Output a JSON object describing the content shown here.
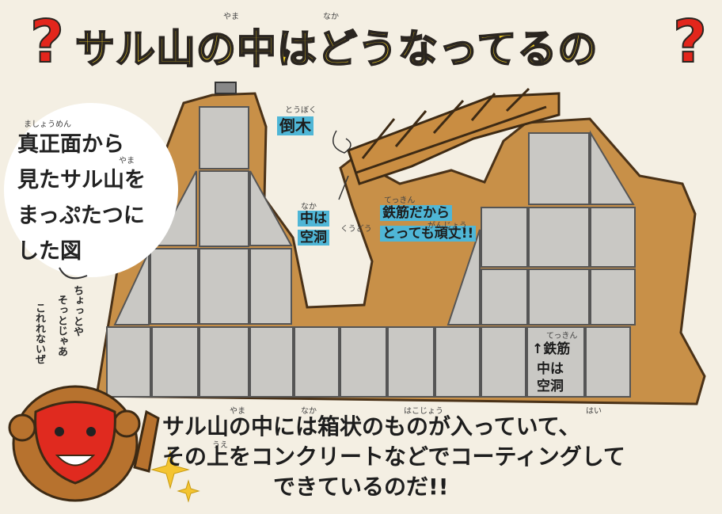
{
  "title": {
    "text": "サル山の中はどうなってるの",
    "ruby_yama": "やま",
    "ruby_naka": "なか",
    "qmark": "?"
  },
  "bubble": {
    "lines": [
      "真正面から",
      "見たサル山を",
      "まっぷたつに",
      "した図"
    ],
    "ruby_shoumen": "ましょうめん",
    "ruby_yama": "やま"
  },
  "labels": {
    "toboku": "倒木",
    "toboku_ruby": "とうぼく",
    "naka_kudou_1": "中は",
    "naka_kudou_2": "空洞",
    "naka_ruby": "なか",
    "kudou_ruby": "くうどう",
    "tekkin_1": "鉄筋だから",
    "tekkin_2": "とっても頑丈!!",
    "tekkin_ruby": "てっきん",
    "ganjou_ruby": "がんじょう",
    "arrow_tekkin": "↑鉄筋",
    "arrow_tekkin_ruby": "てっきん",
    "inner_naka_1": "中は",
    "inner_naka_2": "空洞"
  },
  "side_text": [
    "これ",
    "れないぜ",
    "ちょっとや",
    "そっとじゃあ",
    "ないぜ"
  ],
  "side_text_lines": [
    "ちょっとや",
    "そっとじゃあ",
    "これれないぜ"
  ],
  "bottom": {
    "line1": "サル山の中には箱状のものが入っていて、",
    "line2": "その上をコンクリートなどでコーティングして",
    "line3": "できているのだ!!",
    "ruby_yama": "やま",
    "ruby_naka": "なか",
    "ruby_hakojou": "はこじょう",
    "ruby_hai": "はい",
    "ruby_ue": "うえ"
  },
  "colors": {
    "background": "#f4efe3",
    "rock": "#c89048",
    "box_fill": "#c9c8c4",
    "title_yellow": "#f5d328",
    "question_red": "#e3261c",
    "highlight_blue": "#4fb6d6",
    "monkey_face": "#e02a1f",
    "monkey_fur": "#b7722e",
    "sparkle": "#f4c430"
  }
}
